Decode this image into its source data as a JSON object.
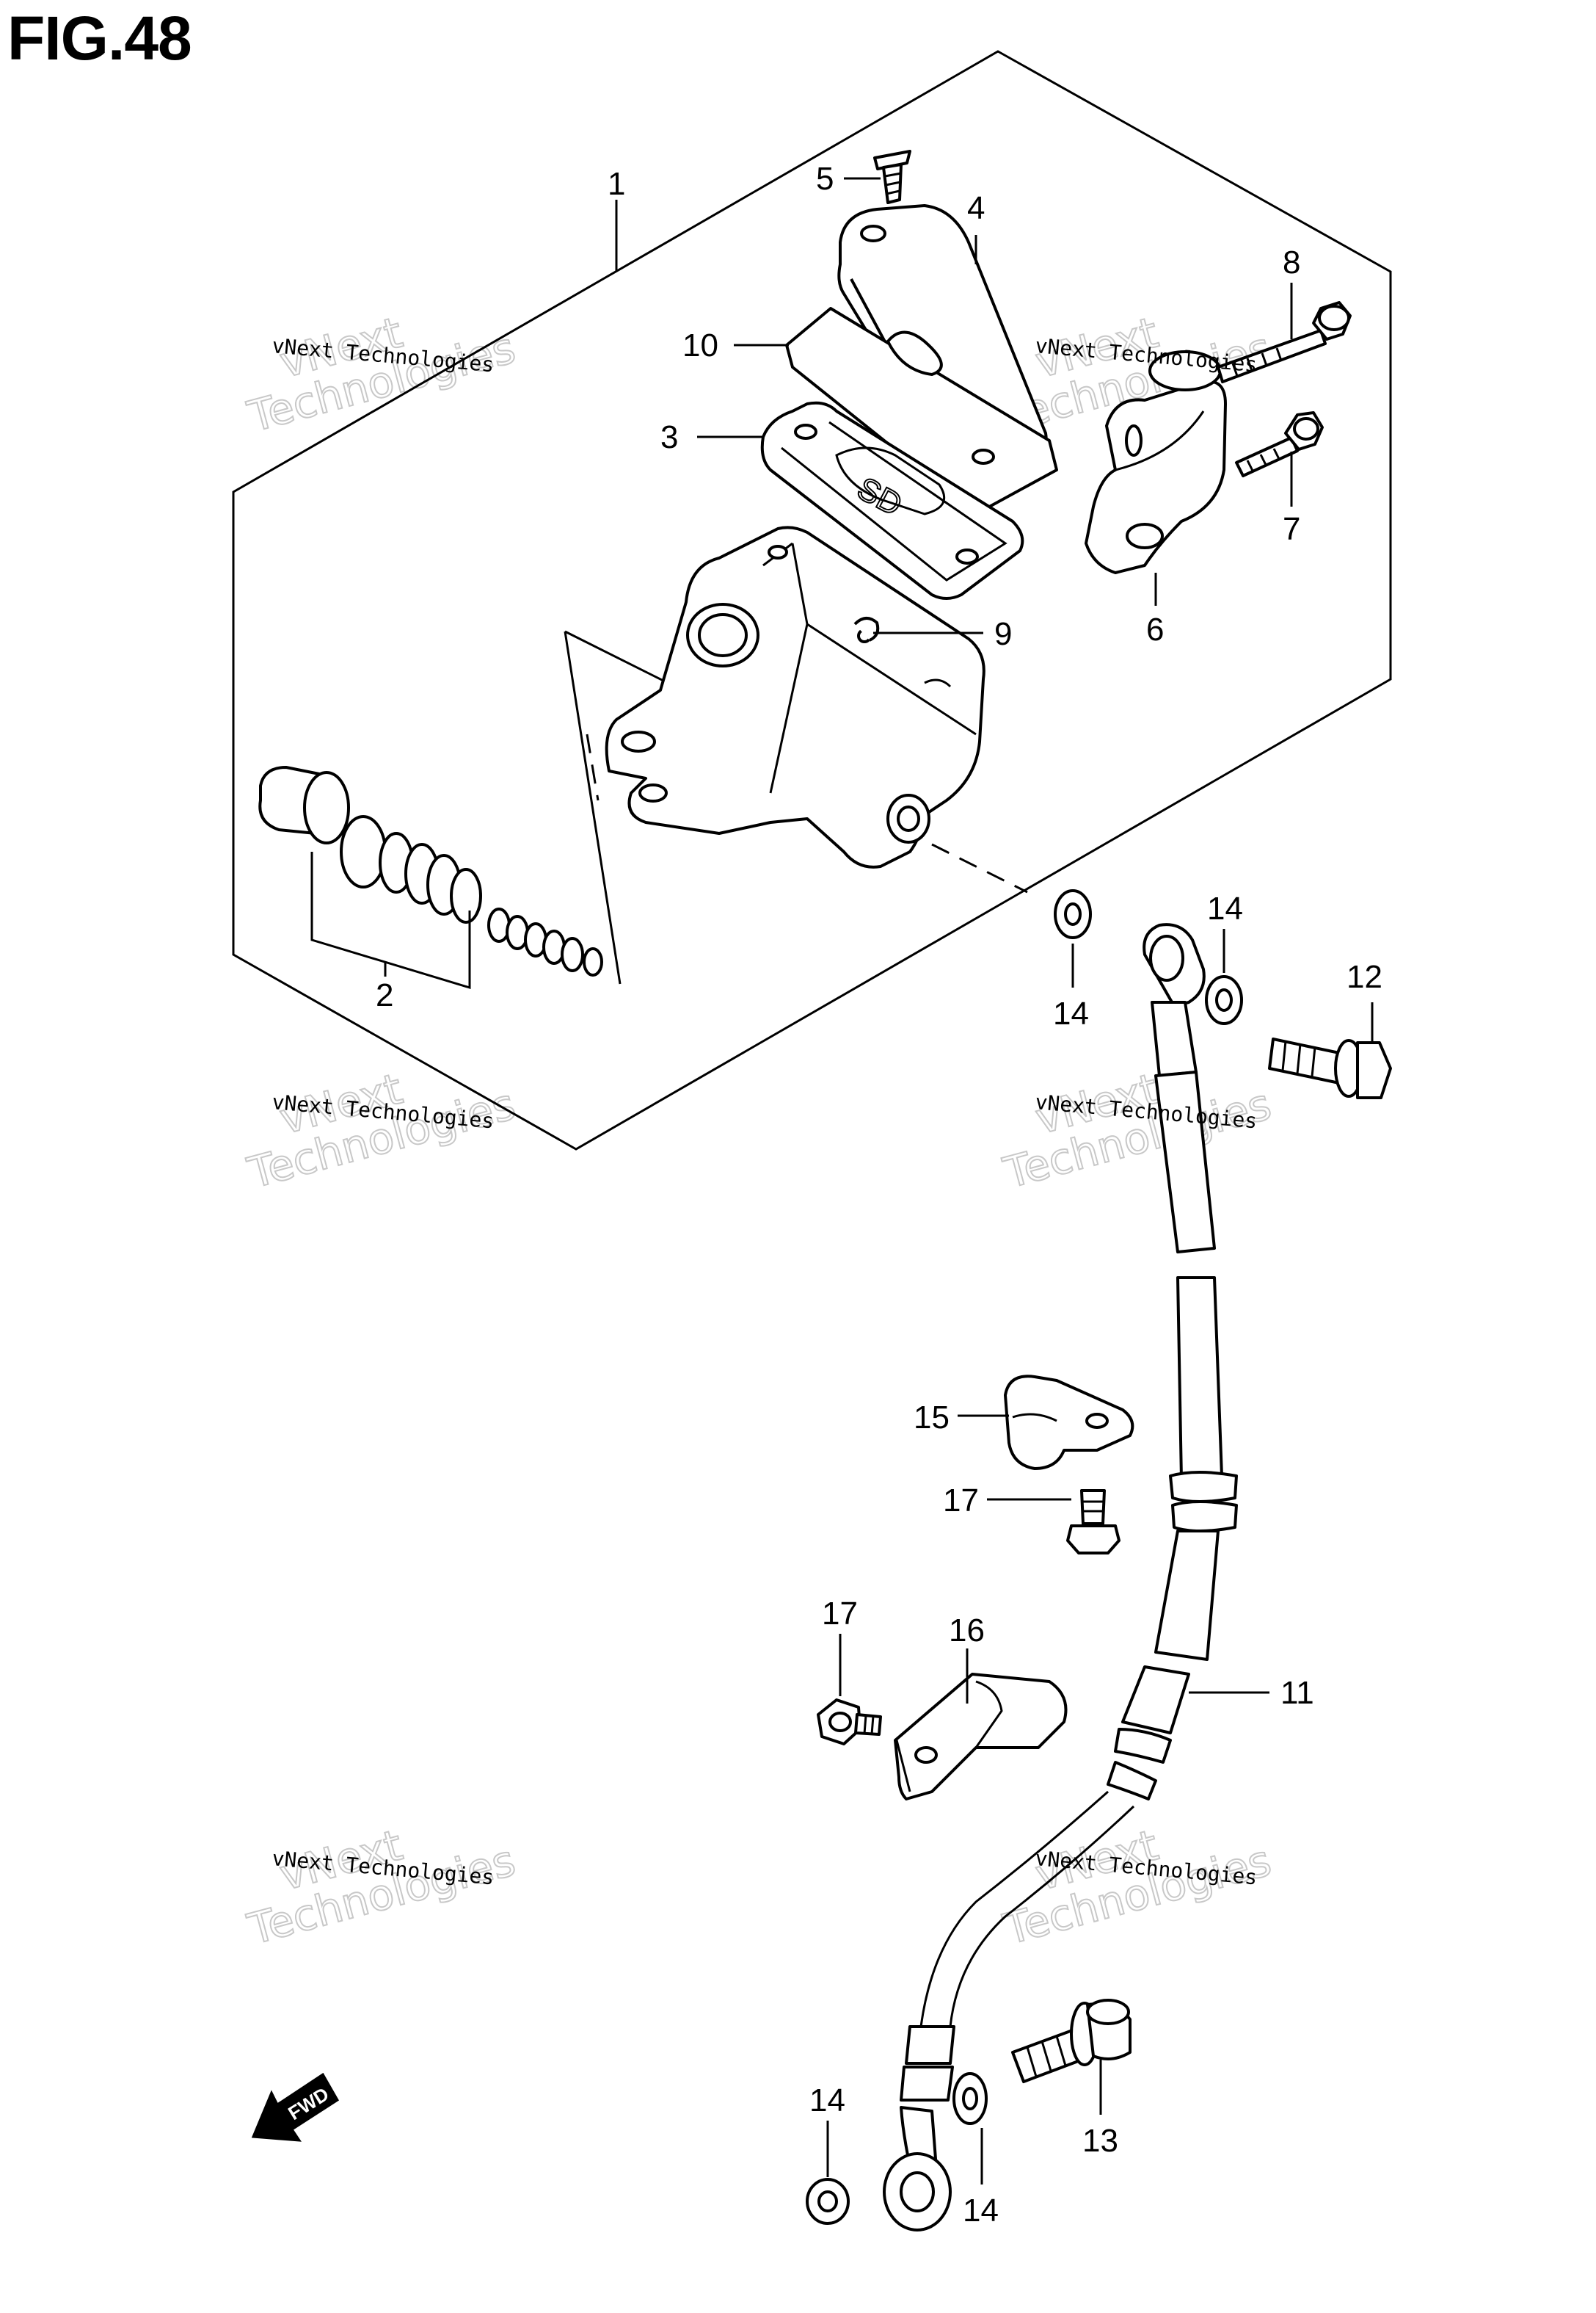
{
  "figure": {
    "title": "FIG.48"
  },
  "callouts": {
    "c1": "1",
    "c2": "2",
    "c3": "3",
    "c4": "4",
    "c5": "5",
    "c6": "6",
    "c7": "7",
    "c8": "8",
    "c9": "9",
    "c10": "10",
    "c11": "11",
    "c12": "12",
    "c13": "13",
    "c14a": "14",
    "c14b": "14",
    "c14c": "14",
    "c14d": "14",
    "c15": "15",
    "c16": "16",
    "c17a": "17",
    "c17b": "17"
  },
  "watermark": {
    "line_small": "vNext Technologies",
    "line_big_1": "vNext",
    "line_big_2": "Technologies"
  },
  "fwd_arrow": {
    "label": "FWD"
  }
}
